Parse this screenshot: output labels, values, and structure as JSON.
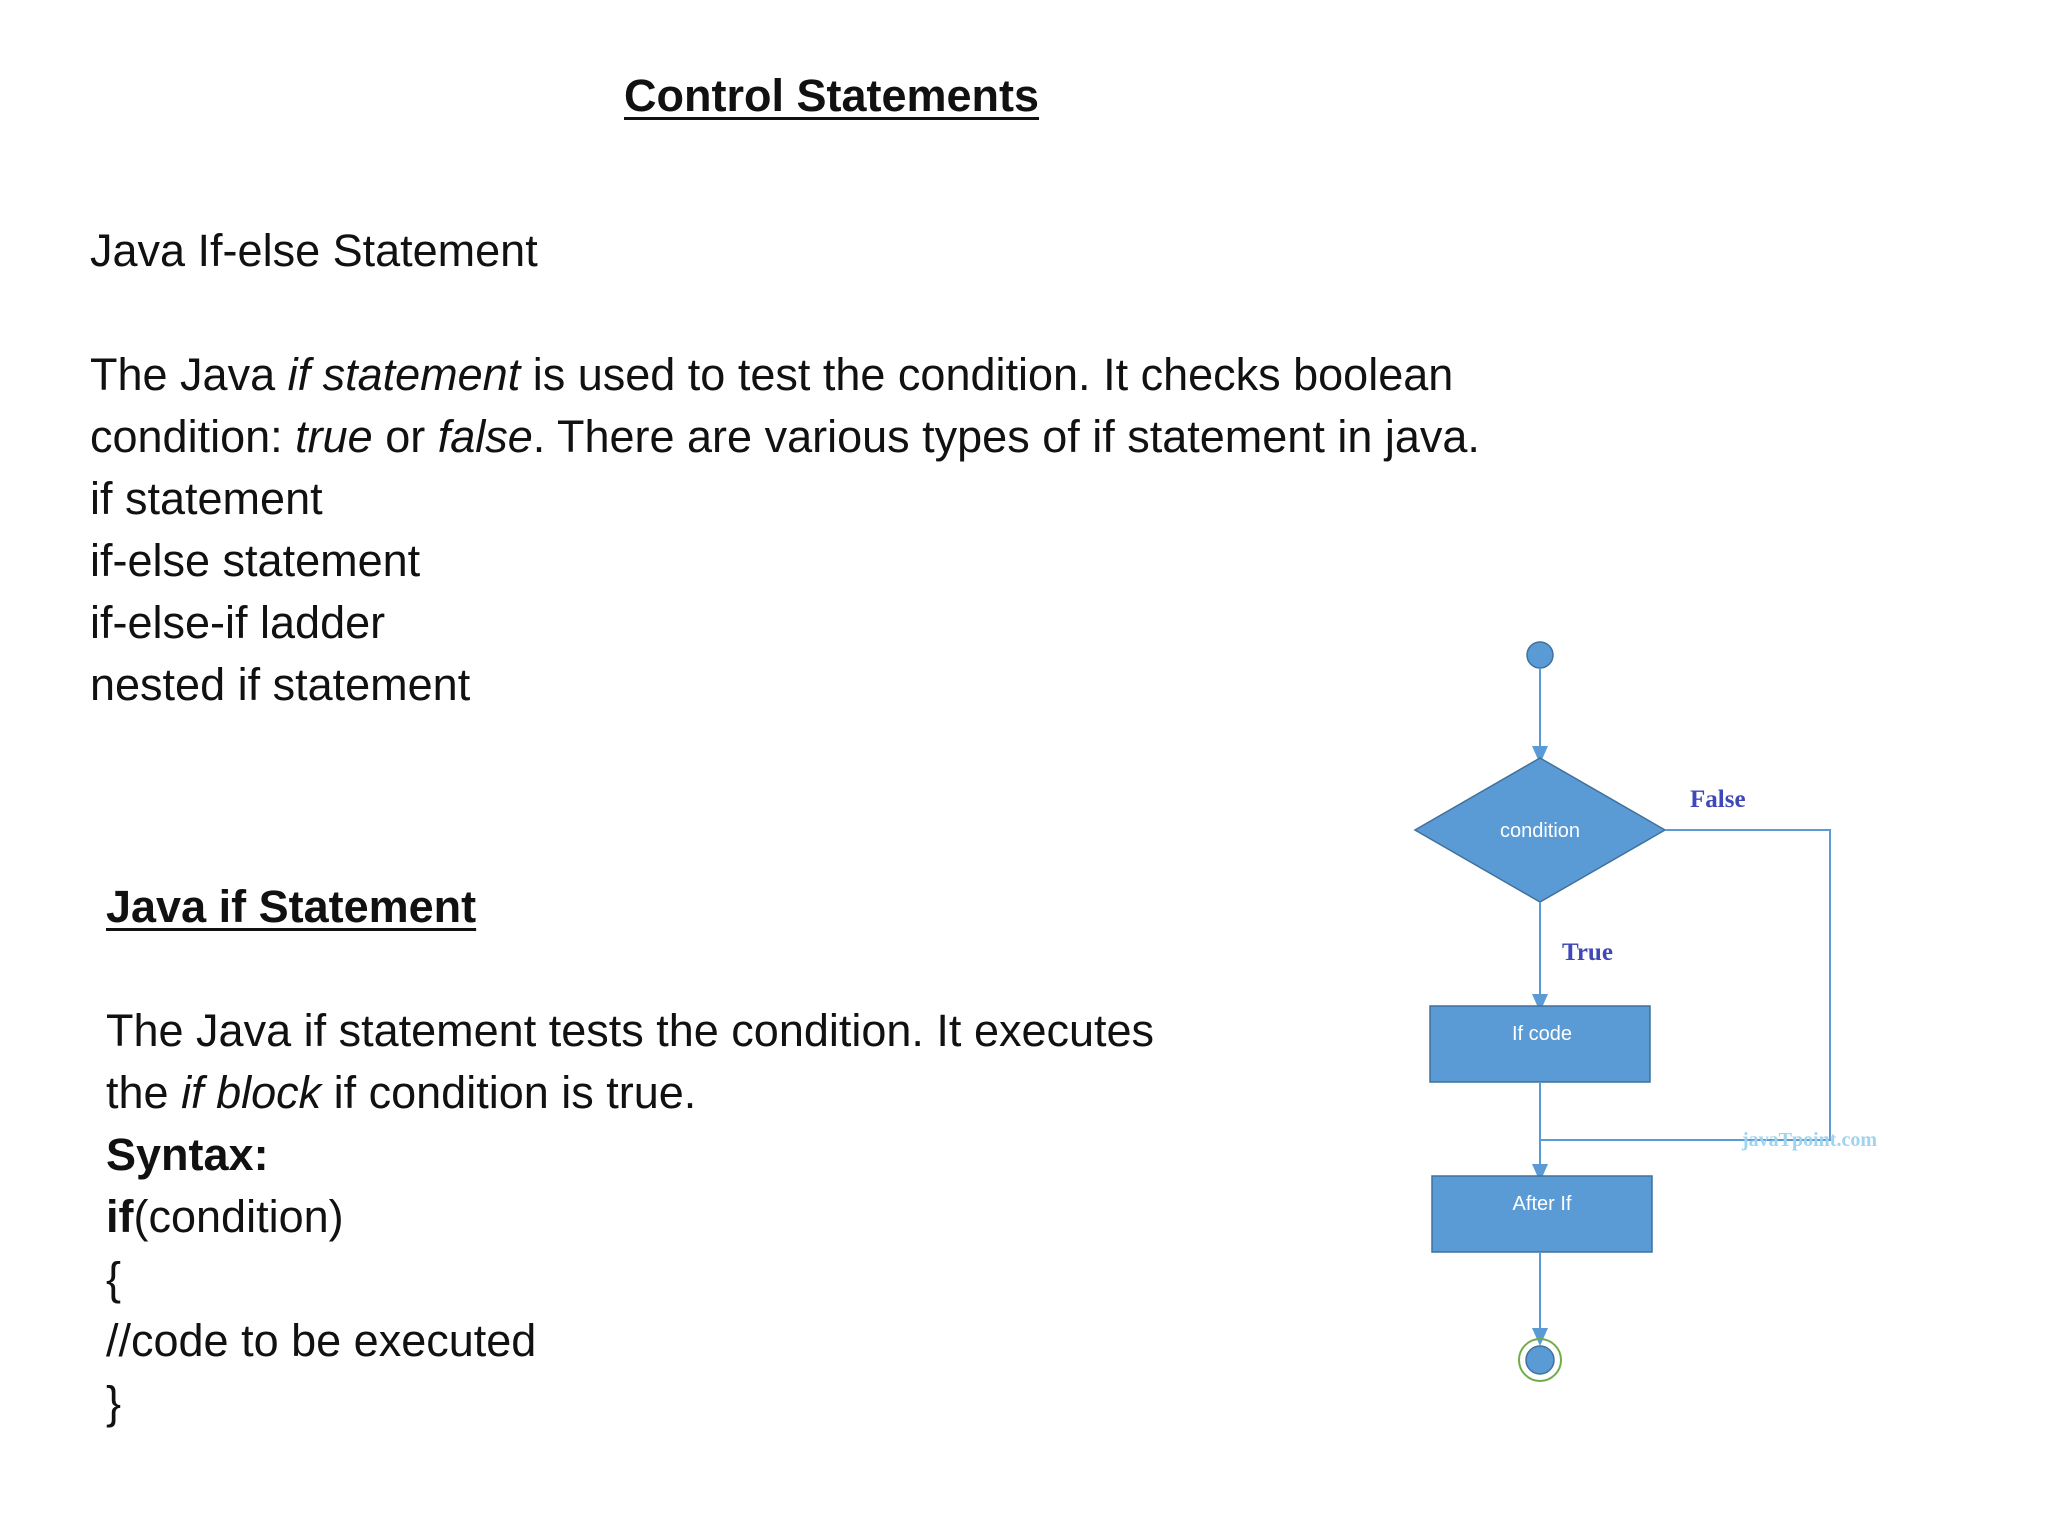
{
  "title": "Control Statements",
  "section1": {
    "heading": "Java If-else Statement",
    "para_line1": {
      "t1": "The Java ",
      "t2": "if statement",
      "t3": " is used to test the condition. It checks boolean"
    },
    "para_line2": {
      "t1": "condition: ",
      "t2": "true",
      "t3": " or ",
      "t4": "false",
      "t5": ". There are various types of if statement in java."
    },
    "types": [
      "if statement",
      "if-else statement",
      "if-else-if ladder",
      "nested if statement"
    ]
  },
  "section2": {
    "heading": "Java if Statement",
    "para_line1": "The Java if statement tests the condition. It executes",
    "para_line2": {
      "t1": "the ",
      "t2": "if block",
      "t3": " if condition is true."
    },
    "syntax_label": "Syntax:",
    "code": {
      "keyword": "if",
      "condition": "(condition)",
      "open_brace": "{",
      "comment": "//code to be executed",
      "close_brace": "}"
    }
  },
  "flowchart": {
    "condition_label": "condition",
    "false_label": "False",
    "true_label": "True",
    "if_code_label": "If code",
    "after_if_label": "After If",
    "watermark": "javaTpoint.com",
    "colors": {
      "node_fill": "#5b9bd5",
      "node_stroke": "#41719c",
      "line": "#5b9bd5",
      "branch_text": "#3f48b8",
      "end_ring": "#70ad47"
    }
  }
}
